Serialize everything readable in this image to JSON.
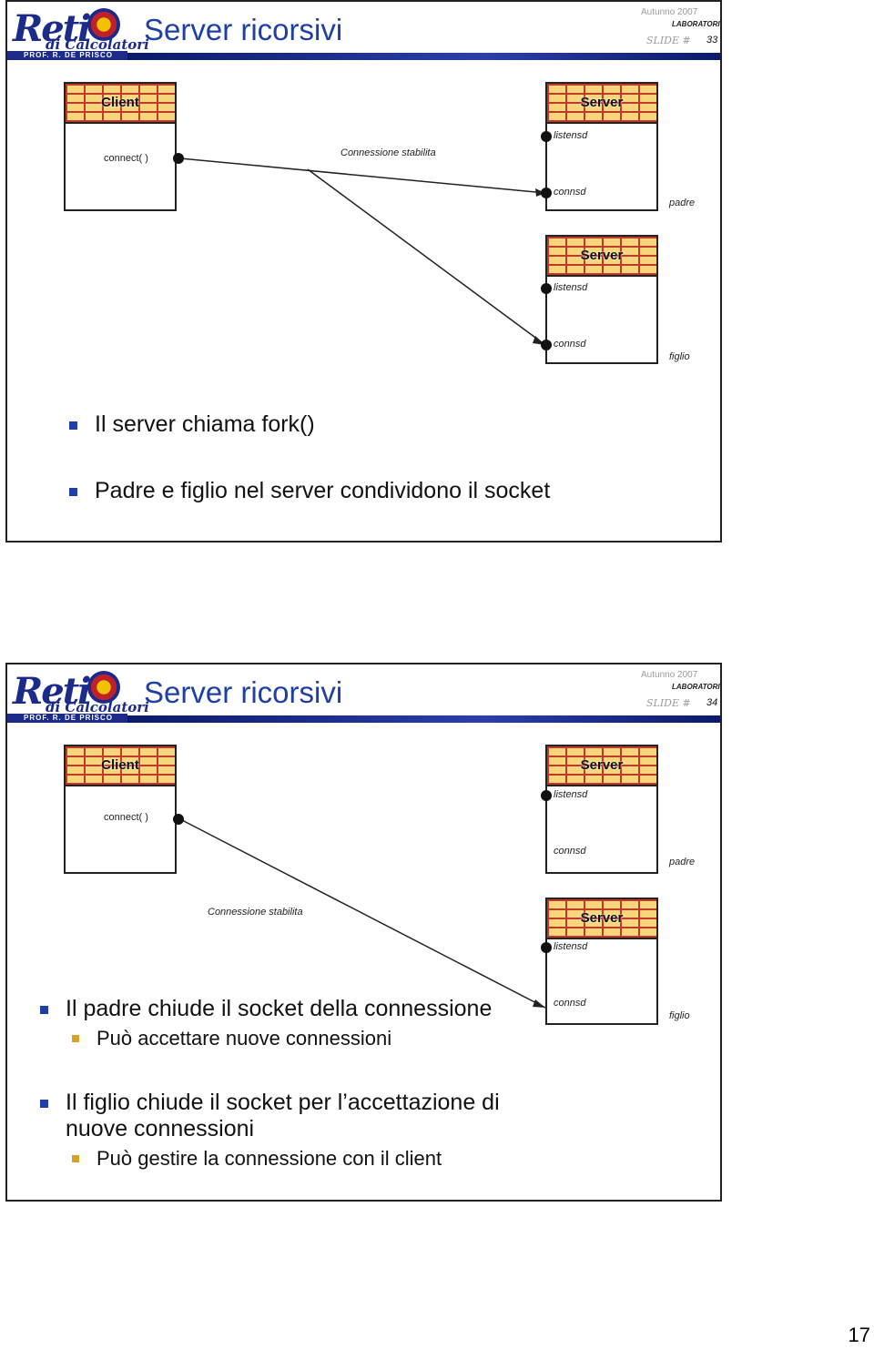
{
  "logo": {
    "reti": "Reti",
    "calcolatori": "di Calcolatori",
    "professor": "PROF. R. DE PRISCO"
  },
  "header": {
    "season": "Autunno  2007",
    "lab": "LABORATORIO",
    "slide_label": "SLIDE #"
  },
  "slides": [
    {
      "title": "Server ricorsivi",
      "number": "33",
      "client_label": "Client",
      "connect_label": "connect( )",
      "connection_label": "Connessione   stabilita",
      "server_label": "Server",
      "listensd": "listensd",
      "connsd": "connsd",
      "parent_label": "padre",
      "child_label": "figlio",
      "bullets": [
        {
          "text": "Il server chiama fork()"
        },
        {
          "text": "Padre e figlio nel server condividono il socket"
        }
      ]
    },
    {
      "title": "Server ricorsivi",
      "number": "34",
      "client_label": "Client",
      "connect_label": "connect( )",
      "connection_label": "Connessione   stabilita",
      "server_label": "Server",
      "listensd": "listensd",
      "connsd": "connsd",
      "parent_label": "padre",
      "child_label": "figlio",
      "bullets": [
        {
          "text": "Il padre chiude il socket della connessione",
          "sub": "Può accettare nuove connessioni"
        },
        {
          "text_line1": "Il figlio chiude il socket per l’accettazione di",
          "text_line2": "nuove connessioni",
          "sub": "Può gestire la connessione con il client"
        }
      ]
    }
  ],
  "page_number": "17",
  "colors": {
    "title_blue": "#1f3fa8",
    "brick_fill": "#f7d57a",
    "brick_mortar": "#c0392b",
    "bullet_blue": "#1f3fa8",
    "sub_bullet_gold": "#d2a52a"
  }
}
